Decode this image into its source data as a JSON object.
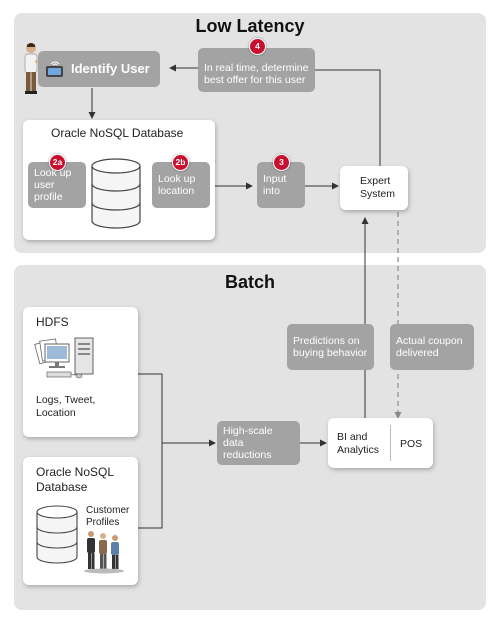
{
  "low_latency": {
    "title": "Low Latency",
    "identify_user": "Identify User",
    "step4_badge": "4",
    "step4_text": "In real time, determine best offer for this user",
    "nosql_title": "Oracle NoSQL Database",
    "step2a_badge": "2a",
    "step2a_text": "Look up user profile",
    "step2b_badge": "2b",
    "step2b_text": "Look up location",
    "step3_badge": "3",
    "step3_text": "Input into",
    "expert_system": "Expert System"
  },
  "batch": {
    "title": "Batch",
    "hdfs_title": "HDFS",
    "hdfs_caption": "Logs, Tweet, Location",
    "nosql_title": "Oracle NoSQL Database",
    "customer_profiles": "Customer Profiles",
    "predictions": "Predictions on buying behavior",
    "coupon": "Actual coupon delivered",
    "high_scale": "High-scale data reductions",
    "bi": "BI and Analytics",
    "pos": "POS"
  },
  "colors": {
    "panel": "#e3e3e3",
    "gray_box": "#a3a3a3",
    "badge": "#c8102e",
    "line": "#333333",
    "dashed_line": "#9a9a9a"
  }
}
